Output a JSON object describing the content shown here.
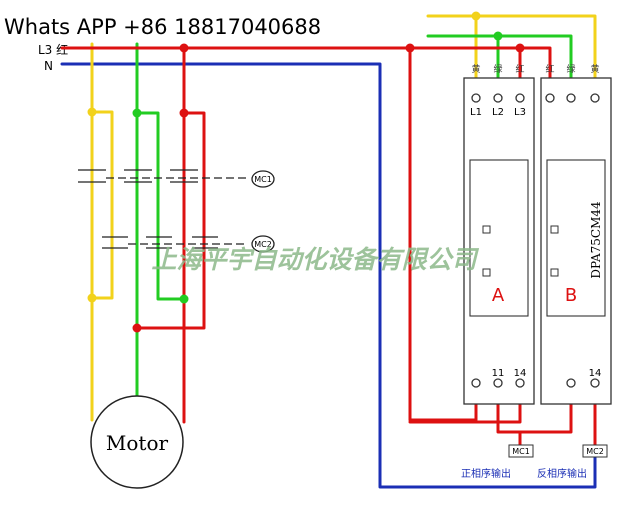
{
  "contact": "Whats APP +86 18817040688",
  "supply": {
    "l3_label": "L3 红",
    "n_label": "N"
  },
  "coils": {
    "mc1": "MC1",
    "mc2": "MC2"
  },
  "motor": {
    "label": "Motor"
  },
  "watermark": "上海平宇自动化设备有限公司",
  "module": {
    "model": "DPA75CM44",
    "unit_a": {
      "label": "A",
      "color_labels": [
        "黄",
        "绿",
        "红"
      ],
      "terminals_top": [
        "L1",
        "L2",
        "L3"
      ],
      "terminals_bottom": [
        "11",
        "14"
      ]
    },
    "unit_b": {
      "label": "B",
      "color_labels": [
        "红",
        "绿",
        "黄"
      ],
      "terminals_bottom": [
        "14"
      ]
    }
  },
  "outputs": {
    "forward": "正相序输出",
    "reverse": "反相序输出",
    "mc1_tag": "MC1",
    "mc2_tag": "MC2"
  },
  "colors": {
    "phase_red": "#dd1111",
    "phase_green": "#22cc22",
    "phase_yellow": "#f2d21b",
    "neutral_blue": "#1b2fb5",
    "watermark": "#8cb98a",
    "unit_label": "#dd1111"
  }
}
